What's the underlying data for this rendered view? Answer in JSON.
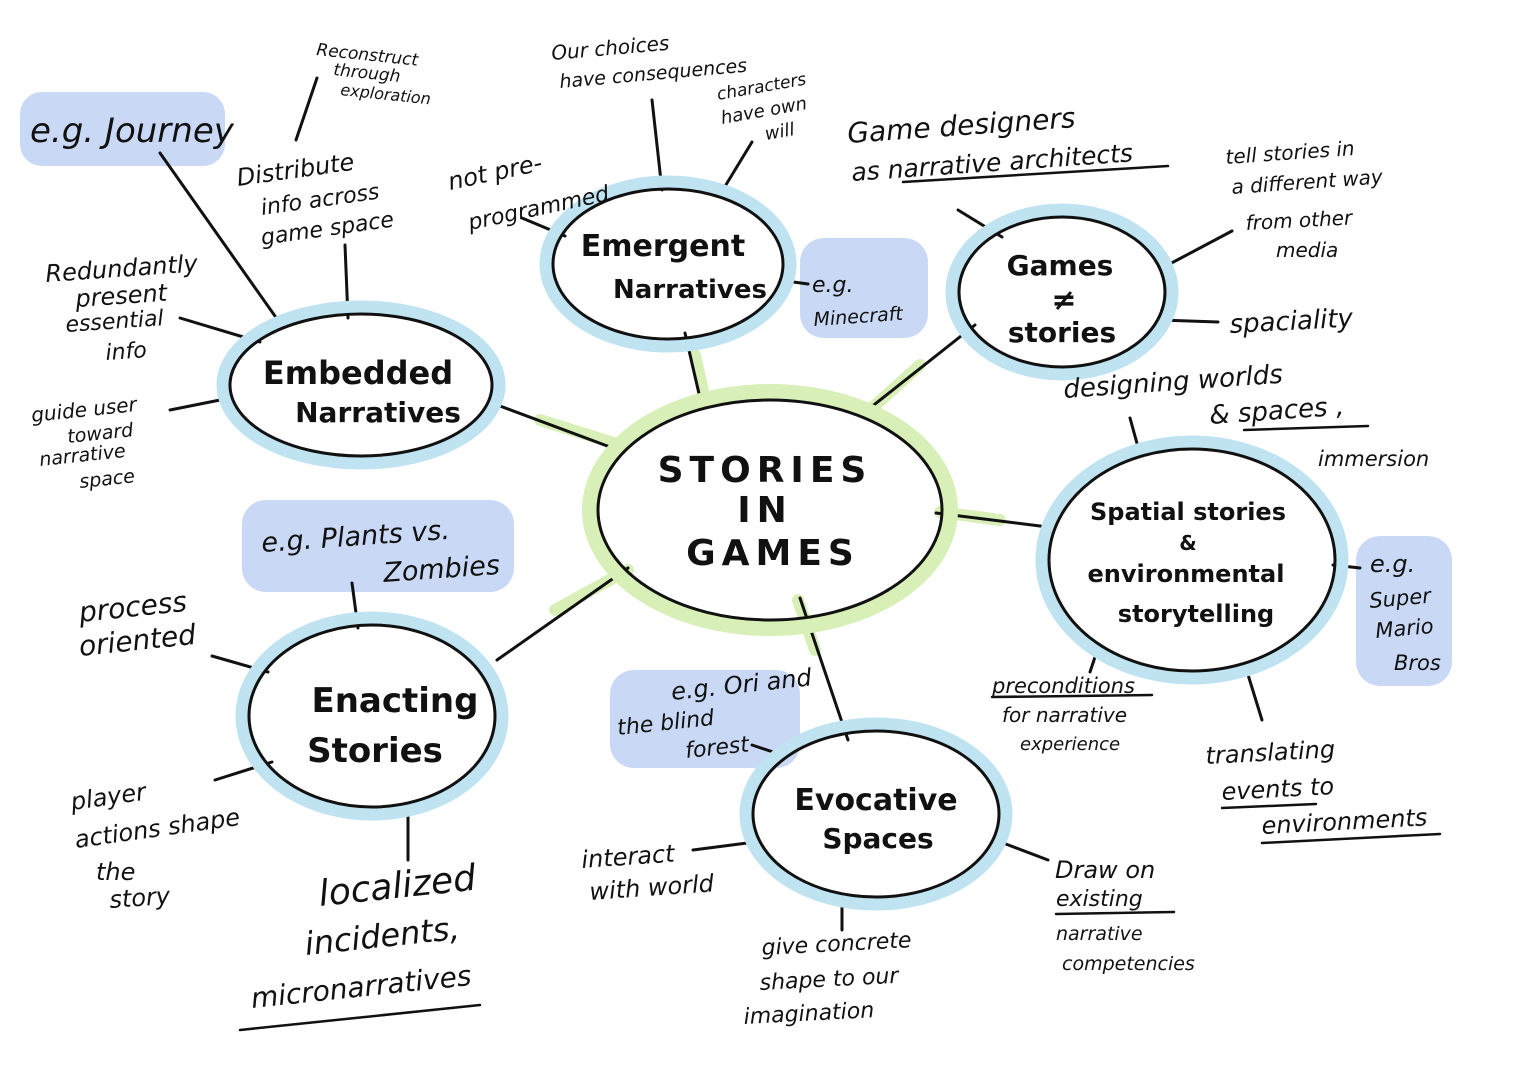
{
  "hub": {
    "lines": [
      "STORIES",
      "IN",
      "GAMES"
    ]
  },
  "nodes": {
    "embedded": {
      "lines": [
        "Embedded",
        "Narratives"
      ]
    },
    "emergent": {
      "lines": [
        "Emergent",
        "Narratives"
      ]
    },
    "games_stories": {
      "lines": [
        "Games",
        "≠",
        "stories"
      ]
    },
    "spatial": {
      "lines": [
        "Spatial stories",
        "&",
        "environmental",
        "storytelling"
      ]
    },
    "evocative": {
      "lines": [
        "Evocative",
        "Spaces"
      ]
    },
    "enacting": {
      "lines": [
        "Enacting",
        "Stories"
      ]
    }
  },
  "notes": {
    "eg_journey": [
      "e.g. Journey"
    ],
    "reconstruct": [
      "Reconstruct",
      "through",
      "exploration"
    ],
    "distribute": [
      "Distribute",
      "info across",
      "game space"
    ],
    "redundantly": [
      "Redundantly",
      "present",
      "essential",
      "info"
    ],
    "guide_user": [
      "guide user",
      "toward",
      "narrative",
      "space"
    ],
    "choices": [
      "Our choices",
      "have consequences"
    ],
    "characters": [
      "characters",
      "have own",
      "will"
    ],
    "not_preprogrammed": [
      "not pre-",
      "programmed"
    ],
    "eg_minecraft": [
      "e.g.",
      "Minecraft"
    ],
    "game_designers": [
      "Game designers",
      "as narrative architects"
    ],
    "tell_stories": [
      "tell stories in",
      "a different way",
      "from other",
      "media"
    ],
    "spaciality": [
      "spaciality"
    ],
    "designing_worlds": [
      "designing worlds",
      "& spaces ,"
    ],
    "immersion": [
      "immersion"
    ],
    "eg_mario": [
      "e.g.",
      "Super",
      "Mario",
      "Bros"
    ],
    "preconditions": [
      "preconditions",
      "for narrative",
      "experience"
    ],
    "translating": [
      "translating",
      "events to",
      "environments"
    ],
    "eg_plants": [
      "e.g. Plants vs.",
      "Zombies"
    ],
    "process": [
      "process",
      "oriented"
    ],
    "player_actions": [
      "player",
      "actions shape",
      "the",
      "story"
    ],
    "localized": [
      "localized",
      "incidents,",
      "micronarratives"
    ],
    "eg_ori": [
      "e.g. Ori and",
      "the blind",
      "forest"
    ],
    "interact": [
      "interact",
      "with world"
    ],
    "concrete_shape": [
      "give concrete",
      "shape to our",
      "imagination"
    ],
    "draw_on": [
      "Draw on",
      "existing",
      "narrative",
      "competencies"
    ]
  },
  "colors": {
    "ink": "#111111",
    "hub_glow": "#d8f0b8",
    "node_glow": "#bfe3f0",
    "highlight": "#c9d8f5"
  }
}
